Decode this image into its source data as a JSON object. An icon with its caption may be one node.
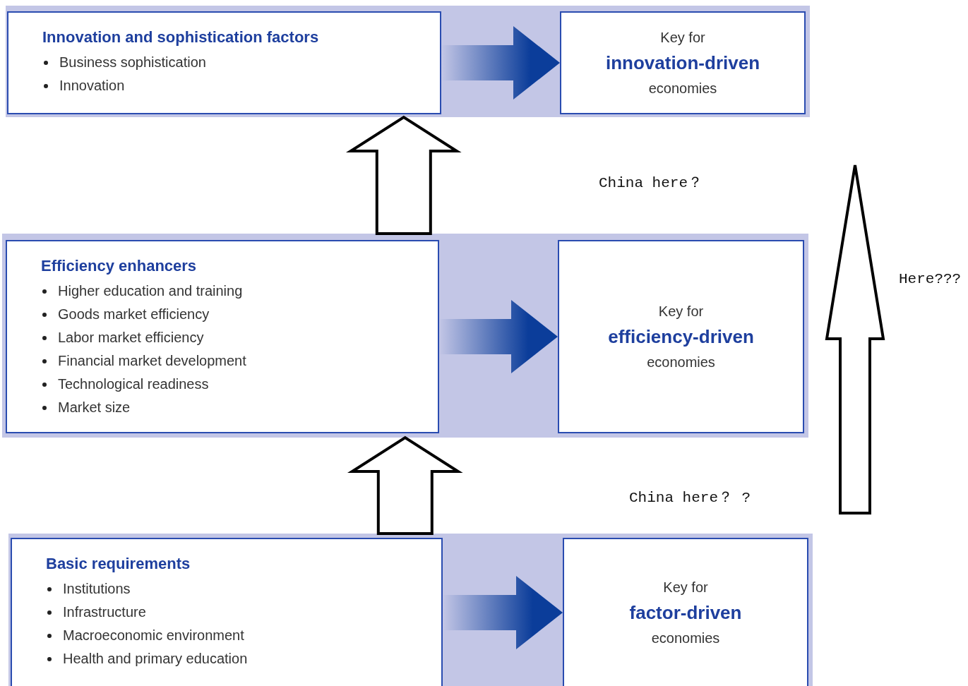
{
  "diagram": {
    "nodes": [
      {
        "text": [],
        "shape": "band"
      },
      {
        "text": [
          "Innovation and sophistication factors",
          "Business sophistication",
          "Innovation"
        ],
        "in": 0
      },
      {
        "text": [
          "Key for",
          "innovation-driven",
          "economies"
        ],
        "in": 0
      },
      {
        "text": [],
        "shape": "band"
      },
      {
        "text": [
          "Efficiency enhancers",
          "Higher education and training",
          "Goods market efficiency",
          "Labor market efficiency",
          "Financial market development",
          "Technological readiness",
          "Market size"
        ],
        "in": 3
      },
      {
        "text": [
          "Key for",
          "efficiency-driven",
          "economies"
        ],
        "in": 3
      },
      {
        "text": [],
        "shape": "band"
      },
      {
        "text": [
          "Basic requirements",
          "Institutions",
          "Infrastructure",
          "Macroeconomic environment",
          "Health and primary education"
        ],
        "in": 6
      },
      {
        "text": [
          "Key for",
          "factor-driven",
          "economies"
        ],
        "in": 6
      }
    ],
    "edges": [
      {
        "from": 1,
        "to": 2,
        "arrow": "to"
      },
      {
        "from": 3,
        "to": 0,
        "arrow": "to"
      },
      {
        "from": 4,
        "to": 5,
        "arrow": "to"
      },
      {
        "from": 6,
        "to": 3,
        "arrow": "to"
      },
      {
        "from": 7,
        "to": 8,
        "arrow": "to"
      }
    ],
    "labels": [
      "China here？",
      "Here???",
      "China here？ ?"
    ]
  }
}
